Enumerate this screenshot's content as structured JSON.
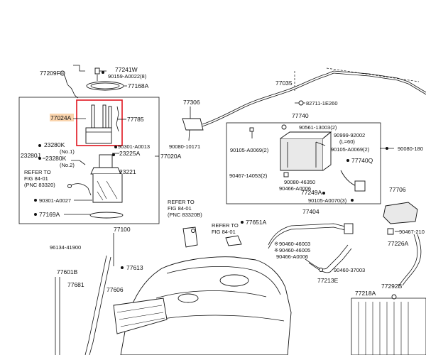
{
  "highlight_color": "#e0141e",
  "callout_color": "#f5a04a",
  "labels": {
    "p77209F": "77209F",
    "p77241W": "77241W",
    "p90159": "90159-A0022(8)",
    "p77168A": "77168A",
    "p77024A": "77024A",
    "p77785": "77785",
    "p23280K_top": "23280K",
    "no1": "(No.1)",
    "p23280J": "23280J",
    "p23280K_bot": "23280K",
    "no2": "(No.2)",
    "p90301_13": "90301-A0013",
    "p23225A": "23225A",
    "p77020A": "77020A",
    "refer_to": "REFER TO",
    "fig8401": "FIG 84-01",
    "pnc83320": "(PNC 83320)",
    "p23221": "23221",
    "p90301_27": "90301-A0027",
    "p77169A": "77169A",
    "p77306": "77306",
    "p77035": "77035",
    "p82711": "82711-1E260",
    "p90080_10171": "90080-10171",
    "p77740": "77740",
    "p90561": "90561-13003(2)",
    "p90999": "90999-92002",
    "l60": "(L=60)",
    "p90105_69a": "90105-A0069(2)",
    "p90105_69b": "90105-A0069(2)",
    "p90080_180": "90080-180",
    "p77740Q": "77740Q",
    "p90467_14053": "90467-14053(2)",
    "p90080_46350": "90080-46350",
    "p90466_A0006_a": "90466-A0006",
    "p77249A": "77249A",
    "p90105_70": "90105-A0070(3)",
    "p77706": "77706",
    "refer2_a": "REFER TO",
    "refer2_b": "FIG 84-01",
    "refer2_c": "(PNC 83320B)",
    "refer3_a": "REFER TO",
    "refer3_b": "FIG 84-01",
    "p77651A": "77651A",
    "p77404": "77404",
    "p90467_210": "90467-210",
    "p77100": "77100",
    "p96134": "96134-41900",
    "p90460_46003": "90460-46003",
    "p90460_46005": "90460-46005",
    "p90466_A0006_b": "90466-A0006",
    "p90460_37003": "90460-37003",
    "p77226A": "77226A",
    "p77601B": "77601B",
    "p77613": "77613",
    "p77213E": "77213E",
    "p77681": "77681",
    "p77606": "77606",
    "p77218A": "77218A",
    "p77292B": "77292B",
    "star": "※"
  }
}
